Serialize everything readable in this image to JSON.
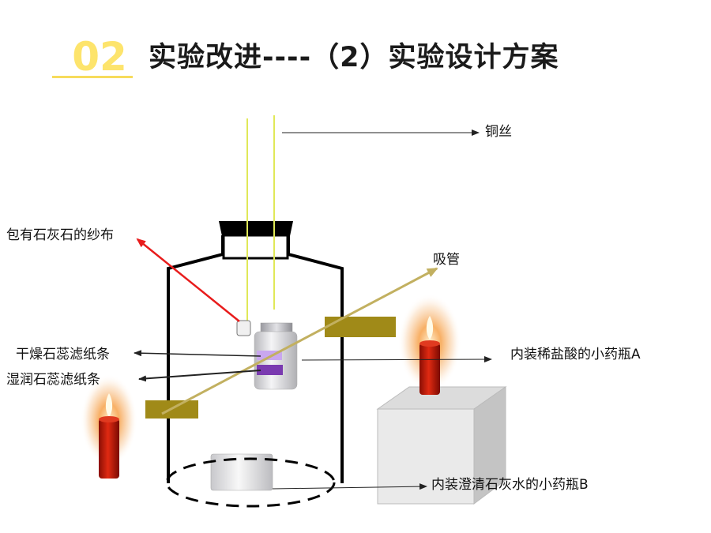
{
  "header": {
    "slide_number": "02",
    "title": "实验改进----（2）实验设计方案"
  },
  "labels": {
    "copper_wire": "铜丝",
    "gauze_with_limestone": "包有石灰石的纱布",
    "straw": "吸管",
    "dry_litmus_strip": "干燥石蕊滤纸条",
    "wet_litmus_strip": "湿润石蕊滤纸条",
    "vial_a": "内装稀盐酸的小药瓶A",
    "vial_b": "内装澄清石灰水的小药瓶B"
  },
  "colors": {
    "slide_number": "#fde46c",
    "copper_wire": "#e0e858",
    "straw": "#c2b060",
    "red_arrow": "#e81c1c",
    "strip_block": "#a08a18",
    "purple_light": "#c9a7ef",
    "purple_dark": "#7a3ab0",
    "candle": "#c81808",
    "flame_glow": "#f6a24a"
  }
}
